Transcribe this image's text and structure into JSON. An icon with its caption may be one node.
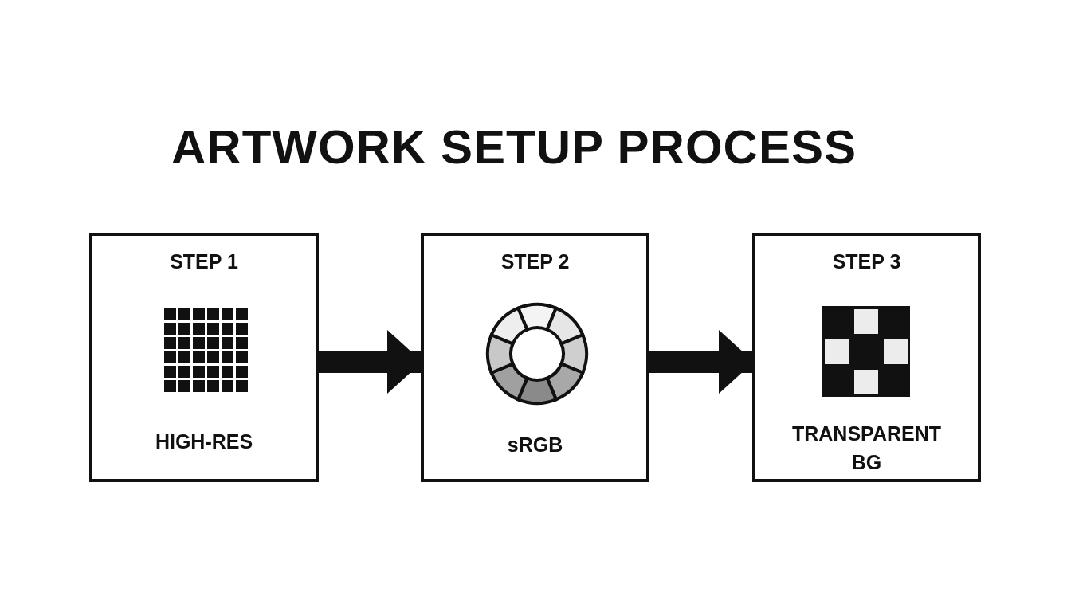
{
  "diagram": {
    "title": "ARTWORK SETUP PROCESS",
    "nodes": [
      {
        "text": [
          "STEP 1",
          "HIGH-RES"
        ]
      },
      {
        "text": [
          "STEP 2",
          "sRGB"
        ]
      },
      {
        "text": [
          "STEP 3",
          "TRANSPARENT BG"
        ]
      }
    ],
    "edges": [
      {
        "from": 0,
        "to": 1,
        "arrow": "to"
      },
      {
        "from": 1,
        "to": 2,
        "arrow": "to"
      }
    ]
  }
}
